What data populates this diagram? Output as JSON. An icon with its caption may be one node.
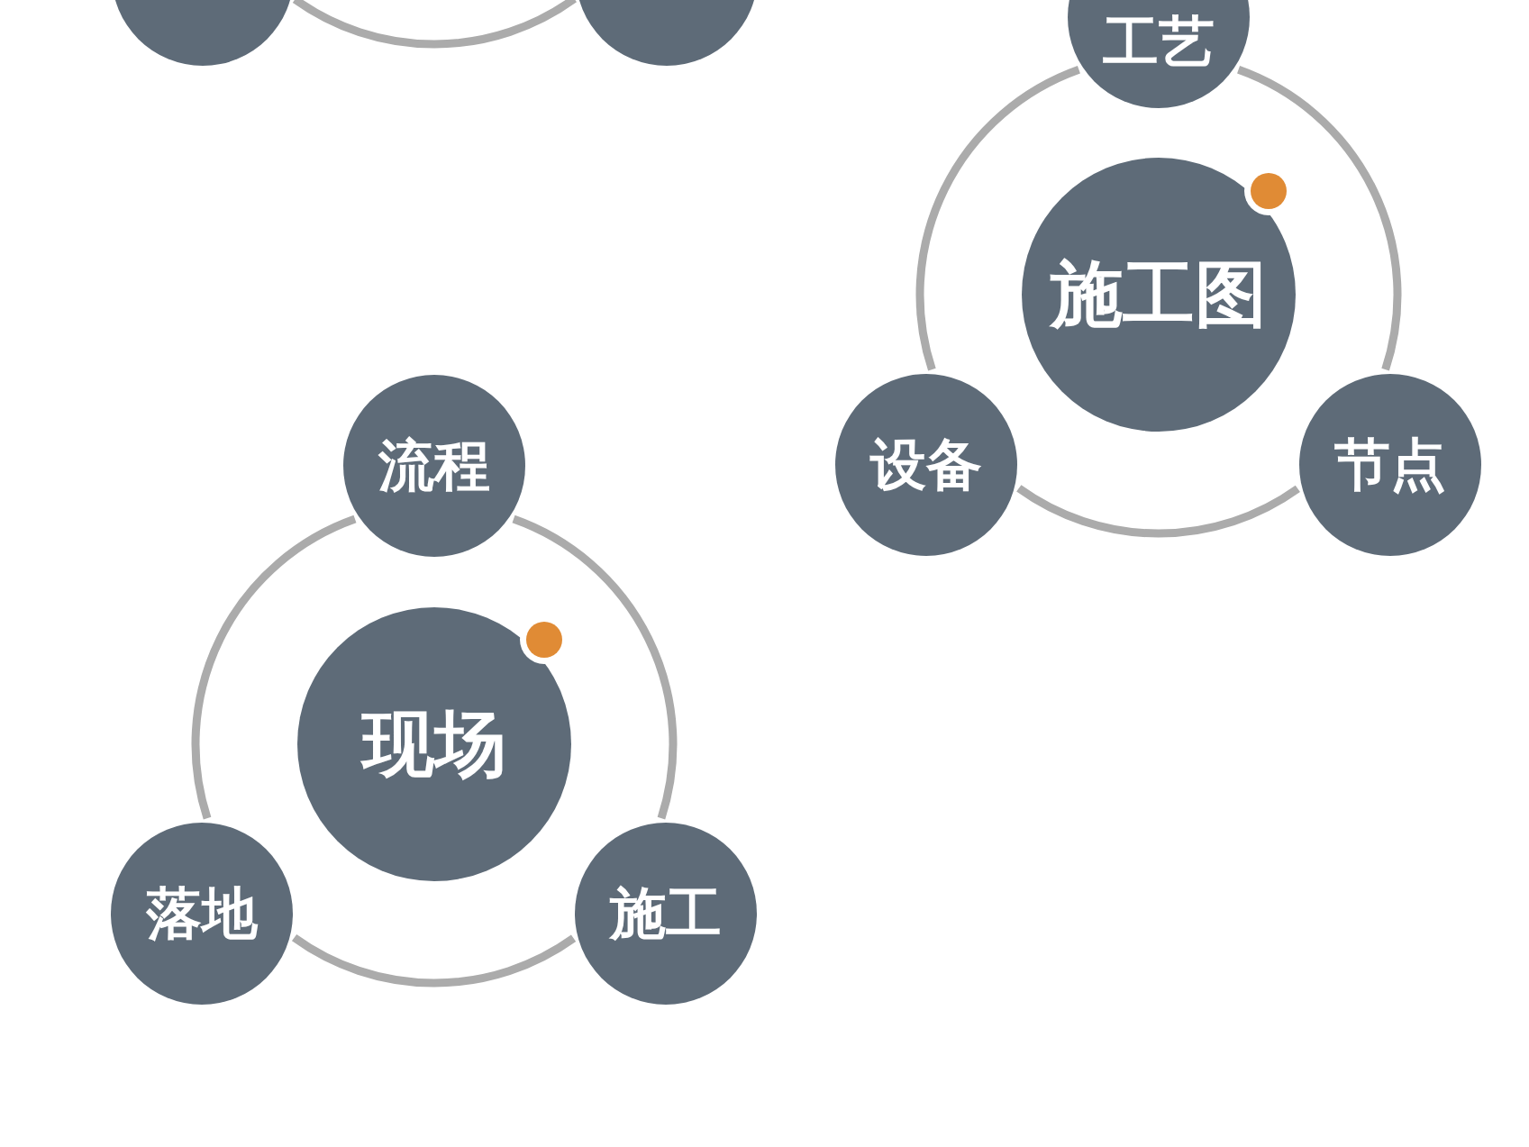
{
  "diagram": {
    "nodes": [
      {
        "text": [],
        "shape": "circle"
      },
      {
        "text": [],
        "shape": "circle"
      },
      {
        "text": [
          "工艺"
        ]
      },
      {
        "text": [
          "施工图"
        ]
      },
      {
        "text": [
          "设备"
        ]
      },
      {
        "text": [
          "节点"
        ]
      },
      {
        "text": [
          "流程"
        ]
      },
      {
        "text": [
          "现场"
        ]
      },
      {
        "text": [
          "落地"
        ]
      },
      {
        "text": [
          "施工"
        ]
      }
    ],
    "edges": [
      {
        "from": 0,
        "to": 1,
        "arrow": "none"
      },
      {
        "from": 2,
        "to": 4,
        "arrow": "none"
      },
      {
        "from": 2,
        "to": 5,
        "arrow": "none"
      },
      {
        "from": 4,
        "to": 5,
        "arrow": "none"
      },
      {
        "from": 6,
        "to": 8,
        "arrow": "none"
      },
      {
        "from": 6,
        "to": 9,
        "arrow": "none"
      },
      {
        "from": 8,
        "to": 9,
        "arrow": "none"
      }
    ]
  }
}
